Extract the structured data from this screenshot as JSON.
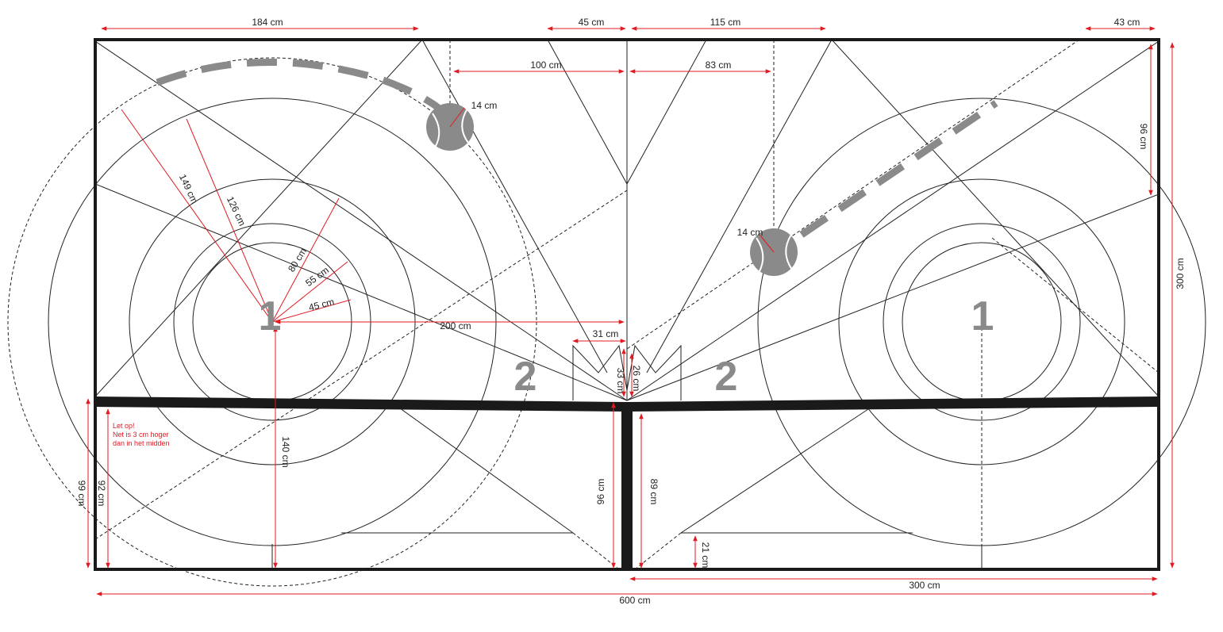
{
  "dimensions": {
    "top_184": "184 cm",
    "top_45": "45 cm",
    "top_115": "115 cm",
    "top_43": "43 cm",
    "left_100": "100 cm",
    "right_83": "83 cm",
    "ball_left_14": "14 cm",
    "ball_right_14": "14 cm",
    "r_149": "149 cm",
    "r_126": "126 cm",
    "r_80": "80 cm",
    "r_55": "55 cm",
    "r_45": "45 cm",
    "center_200": "200 cm",
    "center_31": "31 cm",
    "center_33": "33 cm",
    "center_26": "26 cm",
    "height_140": "140 cm",
    "height_99": "99 cm",
    "height_92": "92 cm",
    "height_96_net": "96 cm",
    "height_89": "89 cm",
    "height_21": "21 cm",
    "right_96": "96 cm",
    "right_300": "300 cm",
    "bottom_300": "300 cm",
    "bottom_600": "600 cm"
  },
  "zones": {
    "left_1": "1",
    "left_2": "2",
    "right_2": "2",
    "right_1": "1"
  },
  "note": {
    "line1": "Let op!",
    "line2": "Net is 3 cm hoger",
    "line3": "dan in het midden"
  },
  "colors": {
    "dimension": "#e01b22",
    "outline": "#222222",
    "zone_number": "#8a8a8a"
  }
}
